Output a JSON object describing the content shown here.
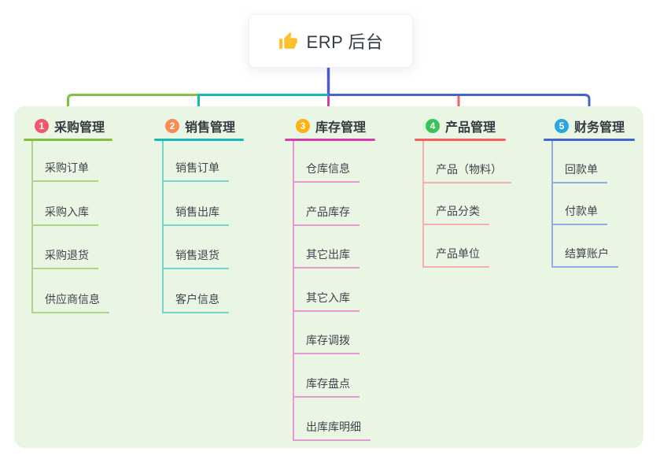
{
  "root": {
    "title": "ERP 后台",
    "icon": "thumbs-up-icon",
    "icon_color": "#FBC02D"
  },
  "panel_color": "#EAF6E4",
  "stem_color": "#4E59D3",
  "branches": [
    {
      "index": "1",
      "label": "采购管理",
      "badge_color": "#F4566E",
      "line_color": "#84BF41",
      "child_line_color": "#ACD584",
      "children": [
        "采购订单",
        "采购入库",
        "采购退货",
        "供应商信息"
      ]
    },
    {
      "index": "2",
      "label": "销售管理",
      "badge_color": "#FC8A52",
      "line_color": "#16B9B3",
      "child_line_color": "#7BD2CB",
      "children": [
        "销售订单",
        "销售出库",
        "销售退货",
        "客户信息"
      ]
    },
    {
      "index": "3",
      "label": "库存管理",
      "badge_color": "#FFB013",
      "line_color": "#D63CAE",
      "child_line_color": "#EE96D1",
      "children": [
        "仓库信息",
        "产品库存",
        "其它出库",
        "其它入库",
        "库存调拨",
        "库存盘点",
        "出库库明细"
      ]
    },
    {
      "index": "4",
      "label": "产品管理",
      "badge_color": "#38C45B",
      "line_color": "#F55E63",
      "child_line_color": "#F8AEB0",
      "children": [
        "产品（物料）",
        "产品分类",
        "产品单位"
      ]
    },
    {
      "index": "5",
      "label": "财务管理",
      "badge_color": "#2BA6DE",
      "line_color": "#4365CF",
      "child_line_color": "#93ABE2",
      "children": [
        "回款单",
        "付款单",
        "结算账户"
      ]
    }
  ]
}
